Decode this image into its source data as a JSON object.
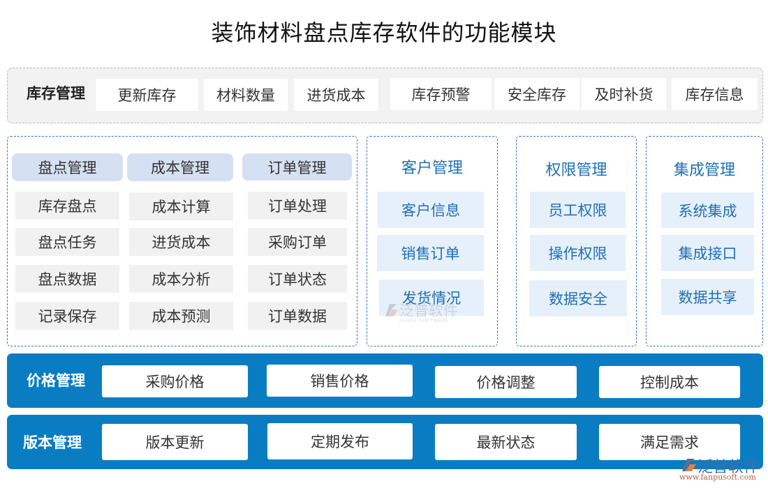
{
  "title": "装饰材料盘点库存软件的功能模块",
  "inventory": {
    "label": "库存管理",
    "items": [
      "更新库存",
      "材料数量",
      "进货成本",
      "库存预警",
      "安全库存",
      "及时补货",
      "库存信息"
    ]
  },
  "left_group": {
    "columns": [
      {
        "header": "盘点管理",
        "items": [
          "库存盘点",
          "盘点任务",
          "盘点数据",
          "记录保存"
        ]
      },
      {
        "header": "成本管理",
        "items": [
          "成本计算",
          "进货成本",
          "成本分析",
          "成本预测"
        ]
      },
      {
        "header": "订单管理",
        "items": [
          "订单处理",
          "采购订单",
          "订单状态",
          "订单数据"
        ]
      }
    ]
  },
  "customer": {
    "header": "客户管理",
    "items": [
      "客户信息",
      "销售订单",
      "发货情况"
    ]
  },
  "permission": {
    "header": "权限管理",
    "items": [
      "员工权限",
      "操作权限",
      "数据安全"
    ]
  },
  "integration": {
    "header": "集成管理",
    "items": [
      "系统集成",
      "集成接口",
      "数据共享"
    ]
  },
  "price": {
    "label": "价格管理",
    "items": [
      "采购价格",
      "销售价格",
      "价格调整",
      "控制成本"
    ]
  },
  "version": {
    "label": "版本管理",
    "items": [
      "版本更新",
      "定期发布",
      "最新状态",
      "满足需求"
    ]
  },
  "watermark": {
    "brand": "泛普软件",
    "brand_en": "FANPU SOFTWARE",
    "url": "www.fanpusoft.com"
  },
  "colors": {
    "band_blue": "#0a7dc2",
    "dashed_blue": "#2f74c0",
    "header_lavender": "#d6e0f3",
    "item_light_blue": "#e6f0fa",
    "text_blue": "#1f6fb4",
    "item_gray": "#f1f1f1"
  }
}
